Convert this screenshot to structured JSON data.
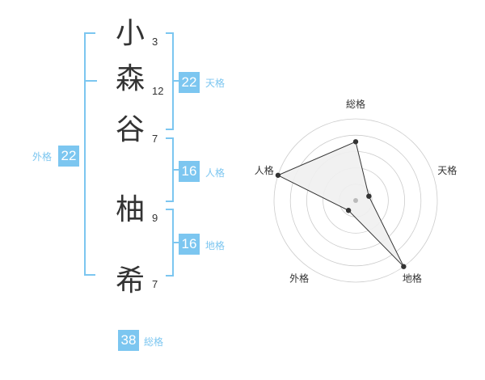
{
  "name": {
    "characters": [
      {
        "char": "小",
        "strokes": "3"
      },
      {
        "char": "森",
        "strokes": "12"
      },
      {
        "char": "谷",
        "strokes": "7"
      },
      {
        "char": "柚",
        "strokes": "9"
      },
      {
        "char": "希",
        "strokes": "7"
      }
    ]
  },
  "scores": {
    "tenkaku": {
      "value": "22",
      "label": "天格"
    },
    "jinkaku": {
      "value": "16",
      "label": "人格"
    },
    "chikaku": {
      "value": "16",
      "label": "地格"
    },
    "gaikaku": {
      "value": "22",
      "label": "外格"
    },
    "soukaku": {
      "value": "38",
      "label": "総格"
    }
  },
  "chart_data": {
    "type": "radar",
    "axes": [
      "総格",
      "天格",
      "地格",
      "外格",
      "人格"
    ],
    "values": [
      0.72,
      0.17,
      1.0,
      0.15,
      1.0
    ],
    "range": [
      0,
      1
    ],
    "rings": 5,
    "colors": {
      "fill": "#f0f0f0",
      "line": "#333333",
      "grid": "#cccccc",
      "center": "#bbbbbb",
      "accent": "#7cc6f0"
    }
  }
}
